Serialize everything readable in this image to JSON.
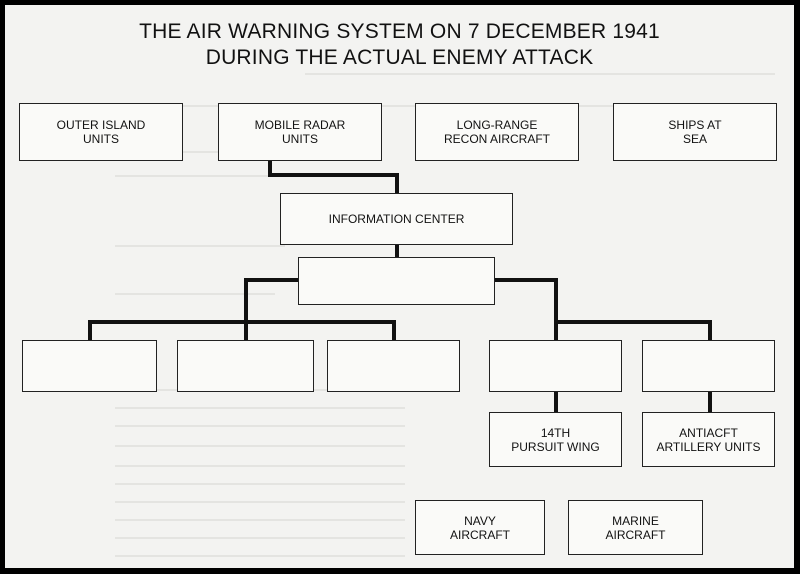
{
  "title": {
    "line1": "THE AIR WARNING SYSTEM ON 7 DECEMBER 1941",
    "line2": "DURING THE ACTUAL ENEMY ATTACK"
  },
  "boxes": {
    "outer_island_units": "OUTER ISLAND\nUNITS",
    "mobile_radar_units": "MOBILE RADAR\nUNITS",
    "long_range_recon": "LONG-RANGE\nRECON AIRCRAFT",
    "ships_at_sea": "SHIPS AT\nSEA",
    "information_center": "INFORMATION CENTER",
    "pursuit_wing_14th": "14TH\nPURSUIT WING",
    "antiacft_artillery": "ANTIACFT\nARTILLERY UNITS",
    "navy_aircraft": "NAVY\nAIRCRAFT",
    "marine_aircraft": "MARINE\nAIRCRAFT"
  },
  "colors": {
    "line": "#111111",
    "border": "#222222",
    "paper": "#f3f3f1"
  }
}
